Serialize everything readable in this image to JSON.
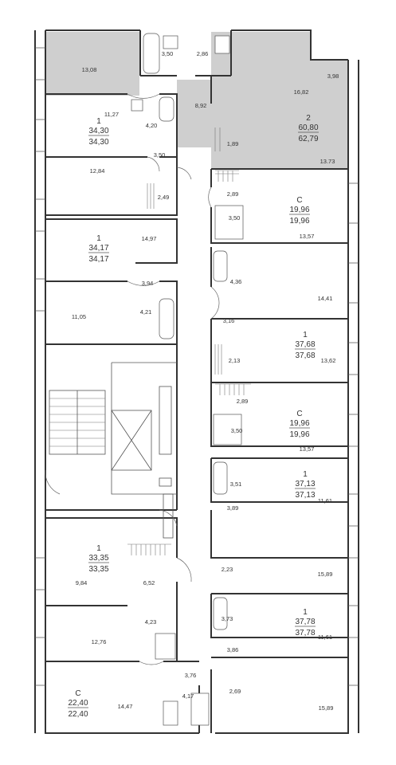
{
  "colors": {
    "highlight": "#cfcfcf",
    "wall": "#333333",
    "background": "#ffffff"
  },
  "areas": {
    "a1": "13,08",
    "a2": "3,50",
    "a3": "2,86",
    "a4": "16,82",
    "a5": "3,98",
    "a6": "11,27",
    "a7": "4,20",
    "a8": "8,92",
    "a9": "3,50",
    "a10": "1,89",
    "a11": "13.73",
    "a12": "12,84",
    "a13": "2,49",
    "a14": "2,89",
    "a15": "3,50",
    "a16": "13,57",
    "a17": "14,97",
    "a18": "3,94",
    "a19": "4,36",
    "a20": "14,41",
    "a21": "11,05",
    "a22": "4,21",
    "a23": "3,16",
    "a24": "2,13",
    "a25": "13,62",
    "a26": "2,89",
    "a27": "3,50",
    "a28": "13,57",
    "a29": "3,51",
    "a30": "11,61",
    "a31": "3,89",
    "a32": "9,84",
    "a33": "6,52",
    "a34": "2,23",
    "a35": "15,89",
    "a36": "4,23",
    "a37": "3,73",
    "a38": "11,61",
    "a39": "12,76",
    "a40": "3,86",
    "a41": "3,76",
    "a42": "2,69",
    "a43": "14,47",
    "a44": "4,17",
    "a45": "15,89"
  },
  "apartments": [
    {
      "rooms": "2",
      "area_living": "60,80",
      "area_total": "62,79"
    },
    {
      "rooms": "1",
      "area_living": "34,30",
      "area_total": "34,30"
    },
    {
      "rooms": "С",
      "area_living": "19,96",
      "area_total": "19,96"
    },
    {
      "rooms": "1",
      "area_living": "34,17",
      "area_total": "34,17"
    },
    {
      "rooms": "1",
      "area_living": "37,68",
      "area_total": "37,68"
    },
    {
      "rooms": "С",
      "area_living": "19,96",
      "area_total": "19,96"
    },
    {
      "rooms": "1",
      "area_living": "37,13",
      "area_total": "37,13"
    },
    {
      "rooms": "1",
      "area_living": "33,35",
      "area_total": "33,35"
    },
    {
      "rooms": "1",
      "area_living": "37,78",
      "area_total": "37,78"
    },
    {
      "rooms": "С",
      "area_living": "22,40",
      "area_total": "22,40"
    }
  ]
}
